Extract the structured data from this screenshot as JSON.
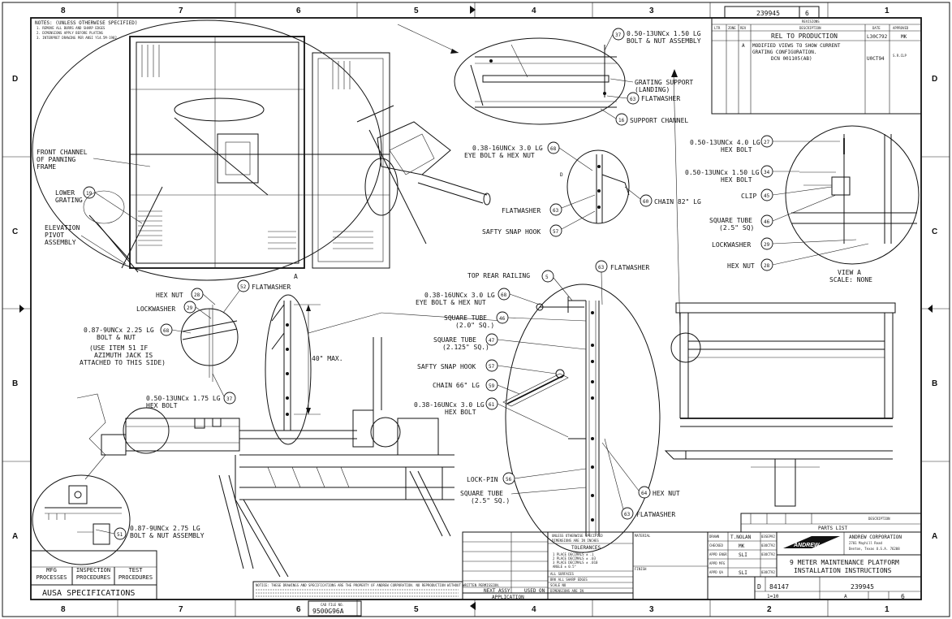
{
  "drawing": {
    "title_line1": "9 METER MAINTENANCE PLATFORM",
    "title_line2": "INSTALLATION INSTRUCTIONS",
    "dwg_no": "239945",
    "dwg_no_top": "239945",
    "sheet": "6",
    "sheet_top": "6",
    "size": "D",
    "fscm": "84147",
    "scale": "1=10",
    "rev": "A",
    "cage_top": "6",
    "company_name": "ANDREW CORPORATION",
    "company_addr1": "2701 Mayhill Road",
    "company_addr2": "Denton, Texas  U.S.A.  76208",
    "logo_text": "ANDREW",
    "cad_file_label": "CAD FILE NO.",
    "cad_file": "9500G96A"
  },
  "zones": {
    "columns": [
      "8",
      "7",
      "6",
      "5",
      "4",
      "3",
      "2",
      "1"
    ],
    "rows": [
      "D",
      "C",
      "B",
      "A"
    ]
  },
  "revisions": {
    "header": "REVISIONS",
    "cols": [
      "LTR",
      "ZONE",
      "REV",
      "DESCRIPTION",
      "DATE",
      "APPROVED"
    ],
    "row1": {
      "desc": "REL TO PRODUCTION",
      "date": "L30C792",
      "appr": "MK"
    },
    "row2": {
      "rev": "A",
      "desc1": "MODIFIED VIEWS TO SHOW CURRENT",
      "desc2": "GRATING CONFIGURATION.",
      "desc3": "DCN 001105(AB)",
      "date": "U0CT94",
      "appr": "S.R.CLP"
    }
  },
  "notes": {
    "title": "NOTES: (UNLESS OTHERWISE SPECIFIED)",
    "items": [
      "1. REMOVE ALL BURRS AND SHARP EDGES",
      "2. DIMENSIONS APPLY BEFORE PLATING",
      "3. INTERPRET DRAWING PER ANSI Y14.5M-1982"
    ]
  },
  "callouts": {
    "c37a_num": "37",
    "c37a_l1": "0.50-13UNCx 1.50 LG",
    "c37a_l2": "BOLT & NUT ASSEMBLY",
    "grating_support_l1": "GRATING SUPPORT",
    "grating_support_l2": "(LANDING)",
    "c63a_num": "63",
    "c63a_text": "FLATWASHER",
    "c16_num": "16",
    "c16_text": "SUPPORT CHANNEL",
    "front_channel_l1": "FRONT CHANNEL",
    "front_channel_l2": "OF PANNING",
    "front_channel_l3": "FRAME",
    "lower_grating_l1": "LOWER",
    "lower_grating_l2": "GRATING",
    "c19_num": "19",
    "elev_l1": "ELEVATION",
    "elev_l2": "PIVOT",
    "elev_l3": "ASSEMBLY",
    "c68a_num": "68",
    "c68a_l1": "0.38-16UNCx 3.0 LG",
    "c68a_l2": "EYE BOLT & HEX NUT",
    "c60_num": "60",
    "c60_text": "CHAIN 82\" LG",
    "c63b_num": "63",
    "c63b_text": "FLATWASHER",
    "c57a_num": "57",
    "c57a_text": "SAFTY SNAP HOOK",
    "c27_num": "27",
    "c27_l1": "0.50-13UNCx 4.0 LG",
    "c27_l2": "HEX BOLT",
    "c34_num": "34",
    "c34_l1": "0.50-13UNCx 1.50 LG",
    "c34_l2": "HEX BOLT",
    "c45_num": "45",
    "c45_text": "CLIP",
    "c46a_num": "46",
    "c46a_l1": "SQUARE TUBE",
    "c46a_l2": "(2.5\" SQ)",
    "c29a_num": "29",
    "c29a_text": "LOCKWASHER",
    "c28a_num": "28",
    "c28a_text": "HEX NUT",
    "view_a_l1": "VIEW A",
    "view_a_l2": "SCALE: NONE",
    "c28b_num": "28",
    "c28b_text": "HEX NUT",
    "c52_num": "52",
    "c52_text": "FLATWASHER",
    "c29b_num": "29",
    "c29b_text": "LOCKWASHER",
    "c68b_num": "68",
    "c68b_l1": "0.87-9UNCx 2.25 LG",
    "c68b_l2": "BOLT & NUT",
    "use_item_l1": "(USE ITEM 51 IF",
    "use_item_l2": "AZIMUTH JACK IS",
    "use_item_l3": "ATTACHED TO THIS SIDE)",
    "c37b_num": "37",
    "c37b_l1": "0.50-13UNCx 1.75 LG",
    "c37b_l2": "HEX BOLT",
    "dim_40": "40\" MAX.",
    "c51_num": "51",
    "c51_l1": "0.87-9UNCx 2.75 LG",
    "c51_l2": "BOLT & NUT ASSEMBLY",
    "c5_num": "5",
    "c5_text": "TOP REAR RAILING",
    "c63c_num": "63",
    "c63c_text": "FLATWASHER",
    "c68c_num": "68",
    "c68c_l1": "0.38-16UNCx 3.0 LG",
    "c68c_l2": "EYE BOLT & HEX NUT",
    "c46b_num": "46",
    "c46b_l1": "SQUARE TUBE",
    "c46b_l2": "(2.0\" SQ.)",
    "c47_num": "47",
    "c47_l1": "SQUARE TUBE",
    "c47_l2": "(2.125\" SQ.)",
    "c57b_num": "57",
    "c57b_text": "SAFTY SNAP HOOK",
    "c59_num": "59",
    "c59_text": "CHAIN 66\" LG",
    "c61_num": "61",
    "c61_l1": "0.38-16UNCx 3.0 LG",
    "c61_l2": "HEX BOLT",
    "c56_num": "56",
    "c56_text": "LOCK-PIN",
    "sq25_l1": "SQUARE TUBE",
    "sq25_l2": "(2.5\" SQ.)",
    "c64_num": "64",
    "c64_text": "HEX NUT",
    "c63d_num": "63",
    "c63d_text": "FLATWASHER",
    "view_letter": "A",
    "view_letter2": "D"
  },
  "spec_block": {
    "col1": "MFG PROCESSES",
    "col2": "INSPECTION PROCEDURES",
    "col3": "TEST PROCEDURES",
    "footer": "AUSA SPECIFICATIONS"
  },
  "tolerance_block": {
    "l1": "UNLESS OTHERWISE SPECIFIED",
    "l2": "DIMENSIONS ARE IN INCHES",
    "tol": "TOLERANCES",
    "t1": "1 PLACE DECIMALS ± .1",
    "t2": "2 PLACE DECIMALS ± .03",
    "t3": "3 PLACE DECIMALS ± .010",
    "t4": "ANGLE ± 0.5°",
    "f1": "ALL SURFACES",
    "f2": "BRK ALL SHARP EDGES",
    "f3": "SCALE NO",
    "f4": "DIMENSIONS ARE IN",
    "material": "MATERIAL",
    "finish": "FINISH",
    "next_assy": "NEXT ASSY",
    "used_on": "USED ON",
    "application": "APPLICATION"
  },
  "approvals": {
    "drawn_label": "DRAWN",
    "drawn_by": "T.NOLAN",
    "drawn_date": "03SEP92",
    "checked_label": "CHECKED",
    "checked_by": "MK",
    "checked_date": "03OCT92",
    "eng_label": "APPD ENGR",
    "eng_by": "SLI",
    "eng_date": "03OCT92",
    "mfg_label": "APPD MFG",
    "qa_label": "APPD QA",
    "qa_by": "SLI",
    "qa_date": "03OCT92"
  },
  "parts_list": {
    "header": "PARTS LIST",
    "description": "DESCRIPTION"
  },
  "footer_small": "NOTICE: THESE DRAWINGS AND SPECIFICATIONS ARE THE PROPERTY OF ANDREW CORPORATION. NO REPRODUCTION WITHOUT WRITTEN PERMISSION."
}
